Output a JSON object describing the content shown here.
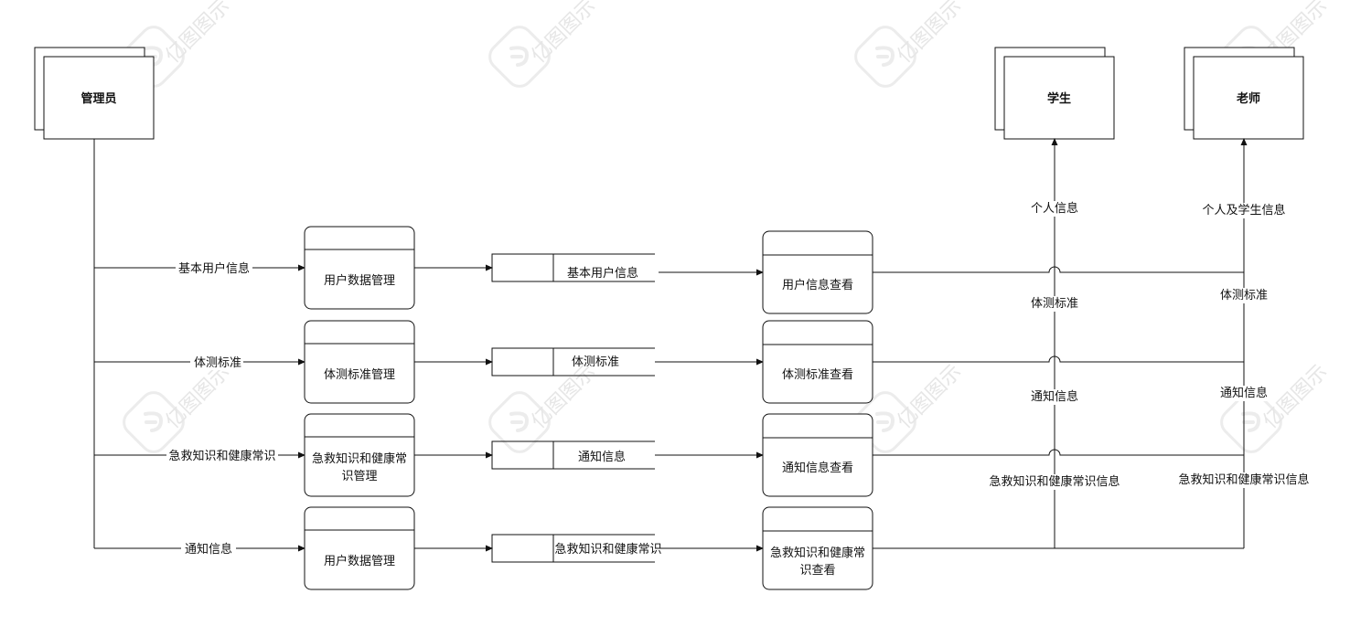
{
  "watermark": "亿图图示",
  "entities": {
    "admin": "管理员",
    "student": "学生",
    "teacher": "老师"
  },
  "processes": {
    "p1": "用户数据管理",
    "p2": "体测标准管理",
    "p3_line1": "急救知识和健康常",
    "p3_line2": "识管理",
    "p4": "用户数据管理",
    "v1": "用户信息查看",
    "v2": "体测标准查看",
    "v3": "通知信息查看",
    "v4_line1": "急救知识和健康常",
    "v4_line2": "识查看"
  },
  "stores": {
    "s1": "基本用户信息",
    "s2": "体测标准",
    "s3": "通知信息",
    "s4": "急救知识和健康常识"
  },
  "flows": {
    "in1": "基本用户信息",
    "in2": "体测标准",
    "in3": "急救知识和健康常识",
    "in4": "通知信息",
    "student_1": "个人信息",
    "student_2": "体测标准",
    "student_3": "通知信息",
    "student_4": "急救知识和健康常识信息",
    "teacher_1": "个人及学生信息",
    "teacher_2": "体测标准",
    "teacher_3": "通知信息",
    "teacher_4": "急救知识和健康常识信息"
  }
}
